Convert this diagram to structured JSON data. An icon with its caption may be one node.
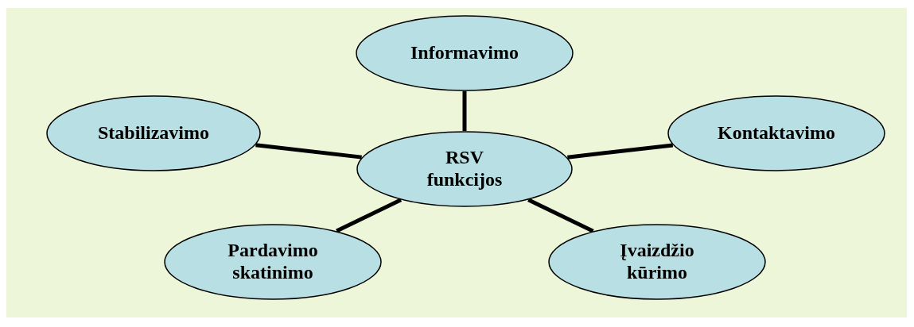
{
  "diagram": {
    "nodes": [
      {
        "text": [
          "RSV funkcijos"
        ]
      },
      {
        "text": [
          "Informavimo"
        ]
      },
      {
        "text": [
          "Stabilizavimo"
        ]
      },
      {
        "text": [
          "Kontaktavimo"
        ]
      },
      {
        "text": [
          "Pardavimo skatinimo"
        ]
      },
      {
        "text": [
          "Įvaizdžio kūrimo"
        ]
      }
    ],
    "edges": [
      {
        "from": 0,
        "to": 1,
        "arrow": "none"
      },
      {
        "from": 0,
        "to": 2,
        "arrow": "none"
      },
      {
        "from": 0,
        "to": 3,
        "arrow": "none"
      },
      {
        "from": 0,
        "to": 4,
        "arrow": "none"
      },
      {
        "from": 0,
        "to": 5,
        "arrow": "none"
      }
    ]
  }
}
